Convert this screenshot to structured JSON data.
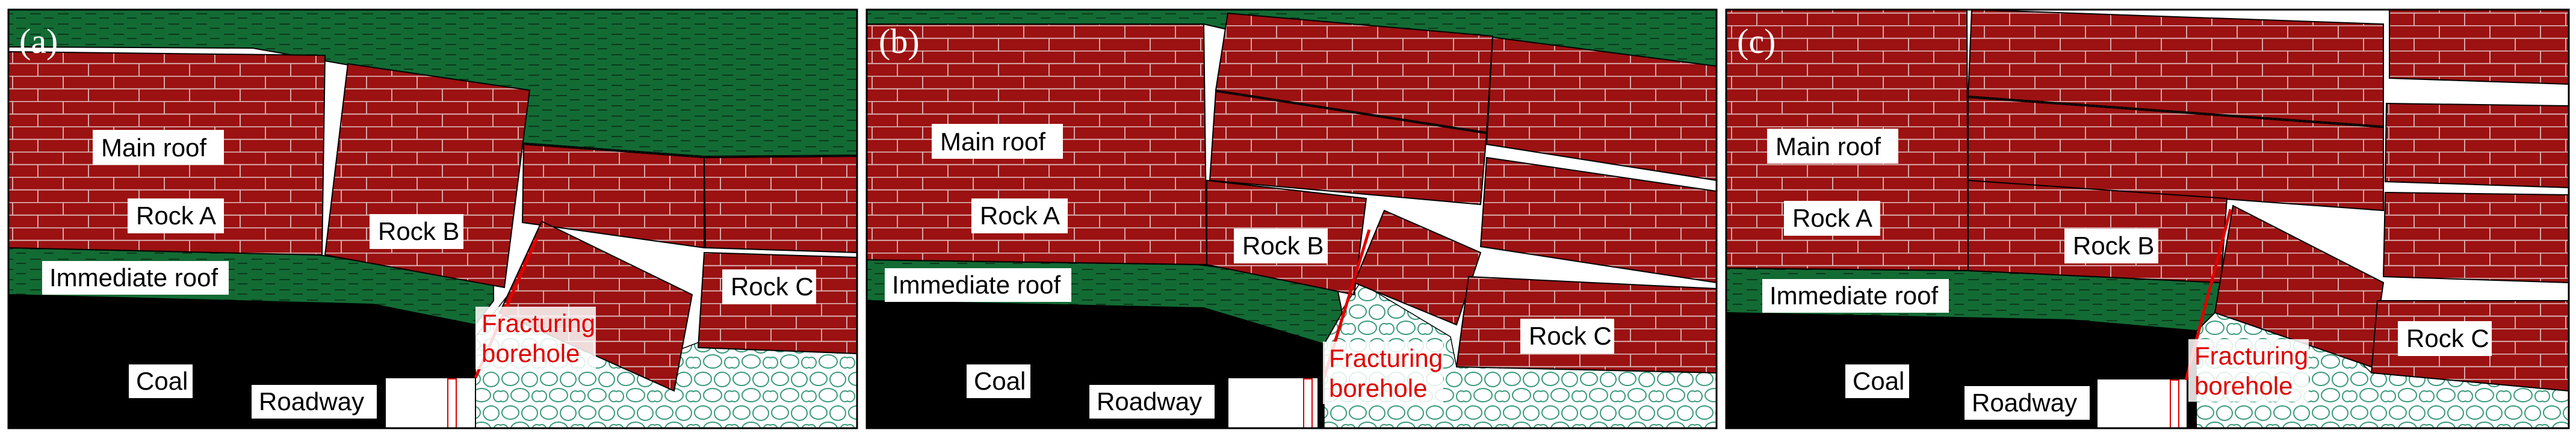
{
  "panels": [
    {
      "letter": "(a)",
      "labels": {
        "main_roof": "Main roof",
        "rock_a": "Rock A",
        "rock_b": "Rock B",
        "rock_c": "Rock C",
        "immediate_roof": "Immediate roof",
        "coal": "Coal",
        "roadway": "Roadway",
        "fracturing_line1": "Fracturing",
        "fracturing_line2": "borehole"
      }
    },
    {
      "letter": "(b)",
      "labels": {
        "main_roof": "Main roof",
        "rock_a": "Rock A",
        "rock_b": "Rock B",
        "rock_c": "Rock C",
        "immediate_roof": "Immediate roof",
        "coal": "Coal",
        "roadway": "Roadway",
        "fracturing_line1": "Fracturing",
        "fracturing_line2": "borehole"
      }
    },
    {
      "letter": "(c)",
      "labels": {
        "main_roof": "Main roof",
        "rock_a": "Rock A",
        "rock_b": "Rock B",
        "rock_c": "Rock C",
        "immediate_roof": "Immediate roof",
        "coal": "Coal",
        "roadway": "Roadway",
        "fracturing_line1": "Fracturing",
        "fracturing_line2": "borehole"
      }
    }
  ],
  "colors": {
    "rock": "#9c1111",
    "rock_mortar": "#d9b8b8",
    "strata_green": "#136b34",
    "coal": "#000000",
    "gob_stroke": "#3a9a7a",
    "fracture_red": "#e00000",
    "label_bg": "#ffffff"
  }
}
